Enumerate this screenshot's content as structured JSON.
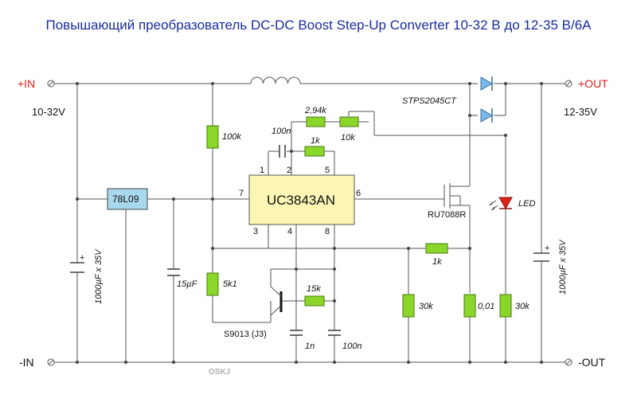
{
  "title": "Повышающий преобразователь  DC-DC Boost Step-Up Converter 10-32 В до 12-35 В/6А",
  "terminals": {
    "in_pos": "+IN",
    "in_range": "10-32V",
    "in_neg": "-IN",
    "out_pos": "+OUT",
    "out_range": "12-35V",
    "out_neg": "-OUT"
  },
  "components": {
    "ic_label": "UC3843AN",
    "ic_pins": {
      "p1": "1",
      "p2": "2",
      "p3": "3",
      "p4": "4",
      "p5": "5",
      "p6": "6",
      "p7": "7",
      "p8": "8"
    },
    "regulator": "78L09",
    "diode": "STPS2045CT",
    "mosfet": "RU7088R",
    "transistor": "S9013 (J3)",
    "led": "LED",
    "r_100k": "100k",
    "c_100n_top": "100n",
    "r_2_94k": "2,94k",
    "r_10k": "10k",
    "r_1k_top": "1k",
    "r_1k_mid": "1k",
    "r_5k1": "5k1",
    "r_15k": "15k",
    "c_15uf": "15µF",
    "c_1n": "1n",
    "c_100n_bottom": "100n",
    "r_30k_a": "30k",
    "r_0_01": "0,01",
    "r_30k_b": "30k",
    "c_in": "1000µF x 35V",
    "c_out": "1000µF x 35V"
  },
  "watermark": "OSKJ",
  "colors": {
    "title": "#1a2c9e",
    "resistor": "#8bd62a",
    "ic_fill": "#fbf6b4",
    "regulator_fill": "#a8d8ee",
    "diode_fill": "#7ab8e8",
    "led_fill": "#e0201a",
    "terminal_red": "#e0201a"
  }
}
